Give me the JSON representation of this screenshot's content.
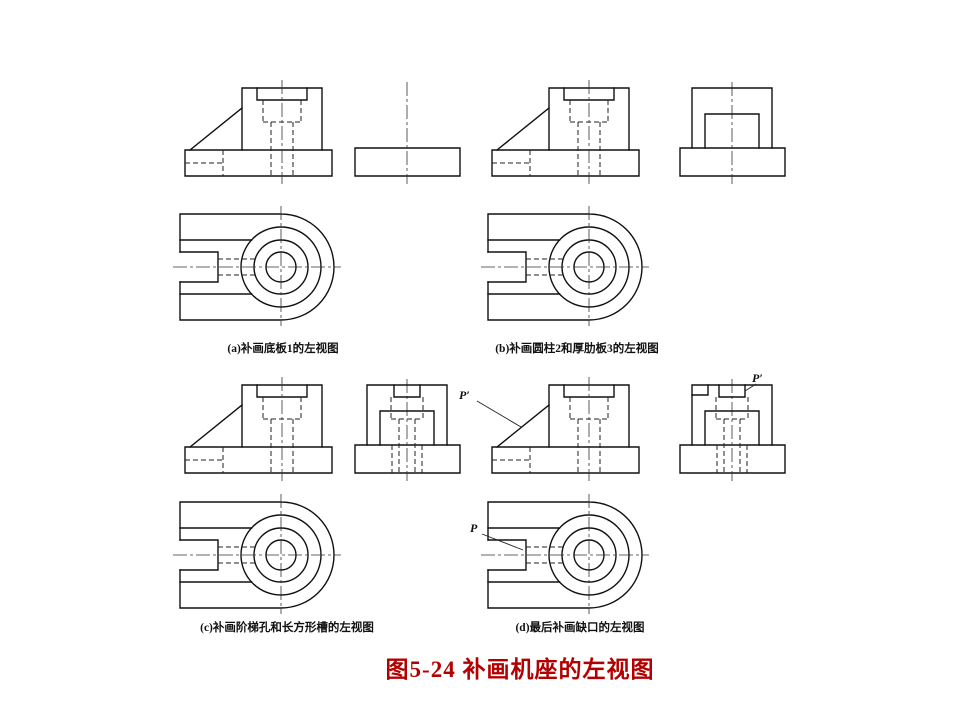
{
  "page": {
    "background": "#ffffff",
    "title": {
      "text": "图5-24  补画机座的左视图",
      "color": "#b30000"
    }
  },
  "figures": [
    {
      "id": "a",
      "caption": "(a)补画底板1的左视图"
    },
    {
      "id": "b",
      "caption": "(b)补画圆柱2和厚肋板3的左视图"
    },
    {
      "id": "c",
      "caption": "(c)补画阶梯孔和长方形槽的左视图"
    },
    {
      "id": "d",
      "caption": "(d)最后补画缺口的左视图"
    }
  ],
  "labels": {
    "p_prime_front": "P′",
    "p_prime_left": "P′",
    "p_top": "P"
  },
  "drawing": {
    "line_color": "#111111",
    "hidden_line_style": "dashed",
    "centerline_style": "dash-dot",
    "views": [
      "front view",
      "left view",
      "top view"
    ]
  }
}
